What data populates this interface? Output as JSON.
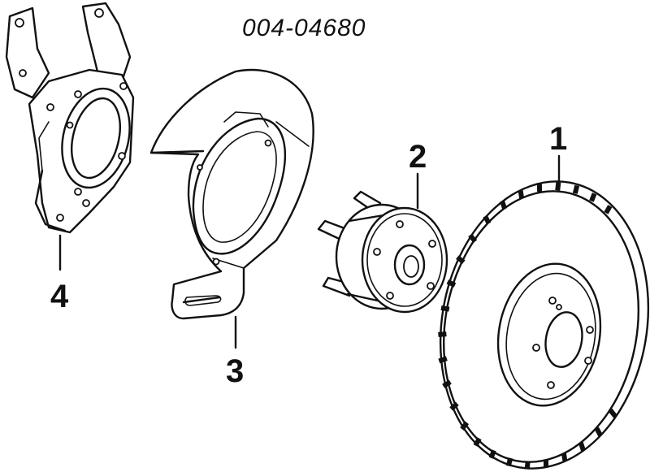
{
  "diagram": {
    "part_number": "004-04680",
    "callouts": [
      {
        "id": "rotor",
        "label": "1"
      },
      {
        "id": "hub",
        "label": "2"
      },
      {
        "id": "shield",
        "label": "3"
      },
      {
        "id": "knuckle",
        "label": "4"
      }
    ]
  }
}
